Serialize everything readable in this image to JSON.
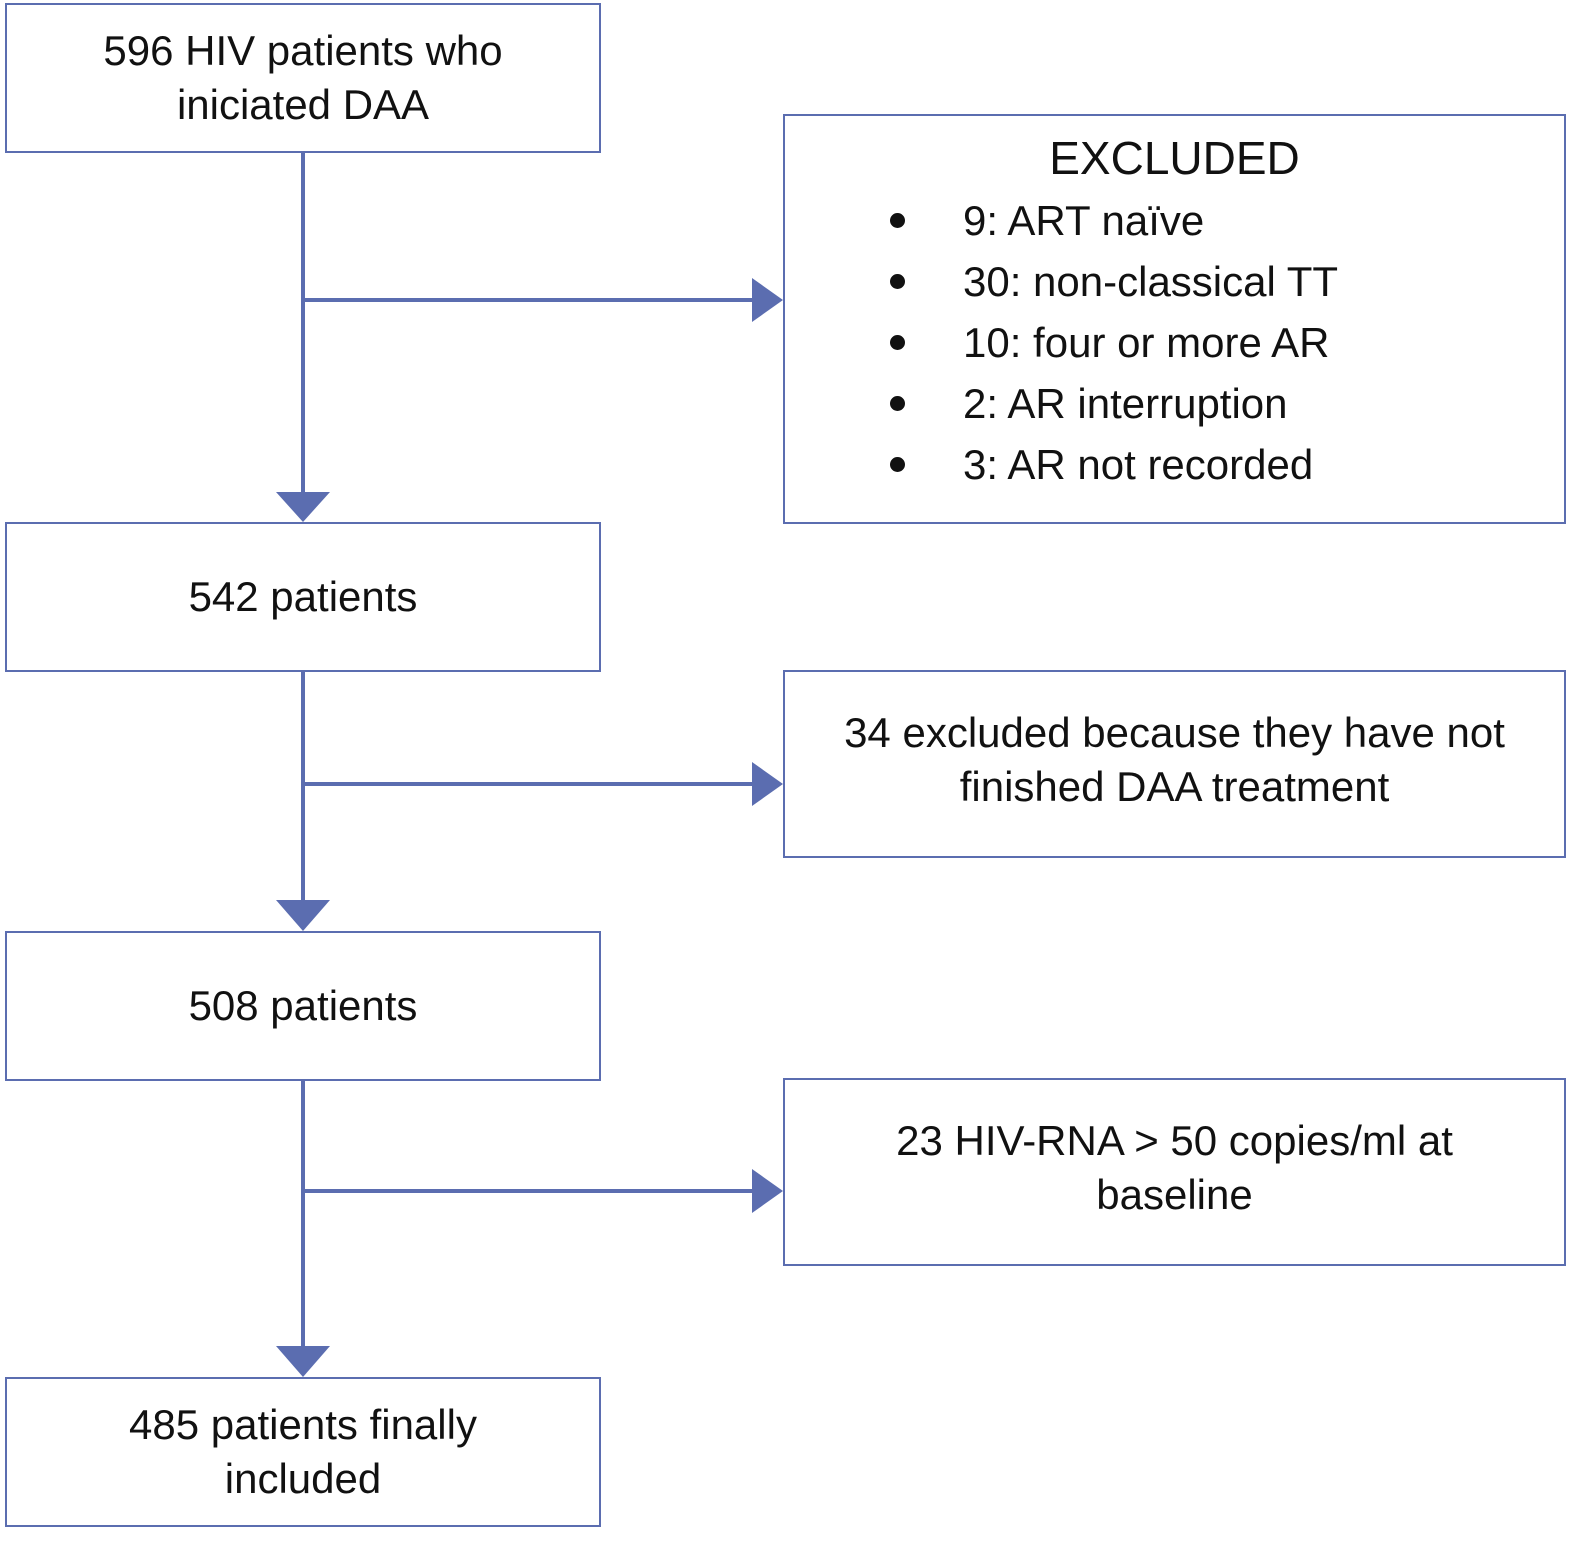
{
  "colors": {
    "connector": "#5b6db0",
    "box_border": "#5b6db0",
    "text": "#111111",
    "background": "#ffffff"
  },
  "flow": {
    "start": {
      "lines": [
        "596 HIV patients who",
        "iniciated DAA"
      ]
    },
    "step_542": {
      "lines": [
        "542 patients"
      ]
    },
    "step_508": {
      "lines": [
        "508 patients"
      ]
    },
    "final": {
      "lines": [
        "485 patients finally",
        "included"
      ]
    }
  },
  "exclusions": {
    "first": {
      "title": "EXCLUDED",
      "items": [
        "9: ART naïve",
        "30: non-classical TT",
        "10: four or more AR",
        "2: AR interruption",
        "3: AR not recorded"
      ]
    },
    "second": {
      "lines": [
        "34 excluded because they have not",
        "finished DAA treatment"
      ]
    },
    "third": {
      "lines": [
        "23 HIV-RNA > 50 copies/ml at",
        "baseline"
      ]
    }
  }
}
